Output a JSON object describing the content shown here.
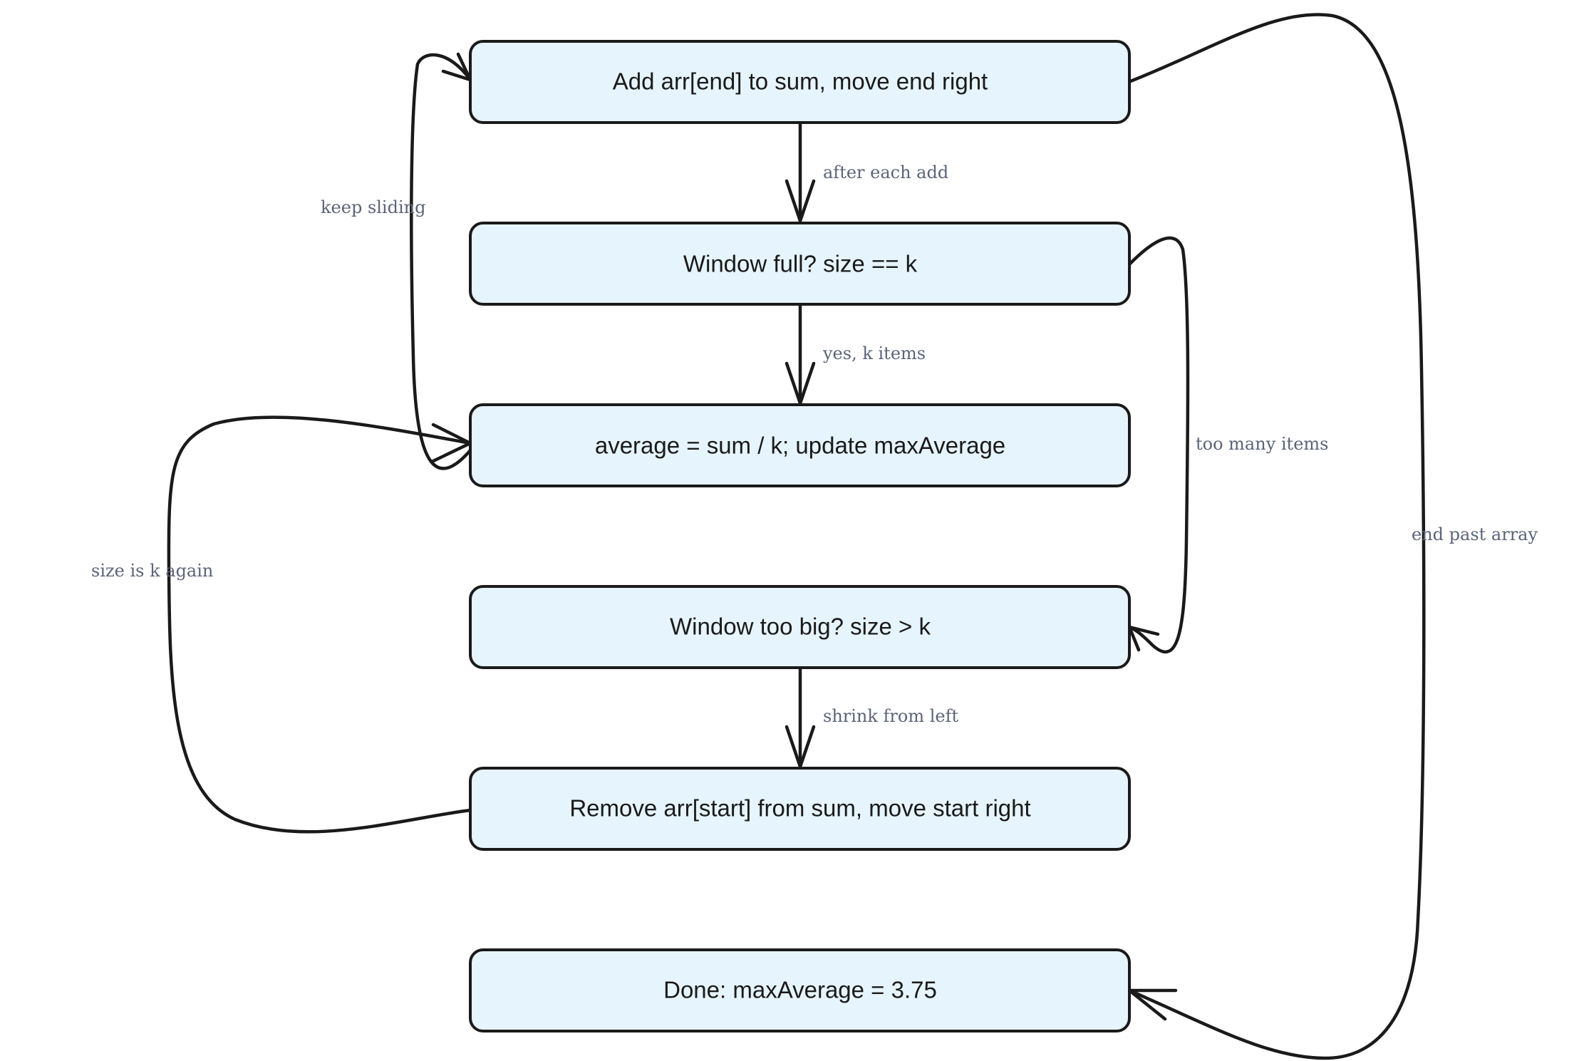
{
  "nodes": {
    "add": "Add arr[end] to sum, move end right",
    "full": "Window full? size == k",
    "average": "average = sum / k; update maxAverage",
    "toobig": "Window too big? size > k",
    "remove": "Remove arr[start] from sum, move start right",
    "done": "Done: maxAverage = 3.75"
  },
  "edges": {
    "after_each_add": "after each add",
    "yes_k_items": "yes, k items",
    "keep_sliding": "keep sliding",
    "too_many_items": "too many items",
    "shrink_from_left": "shrink from left",
    "size_is_k_again": "size is k again",
    "end_past_array": "end past array"
  }
}
